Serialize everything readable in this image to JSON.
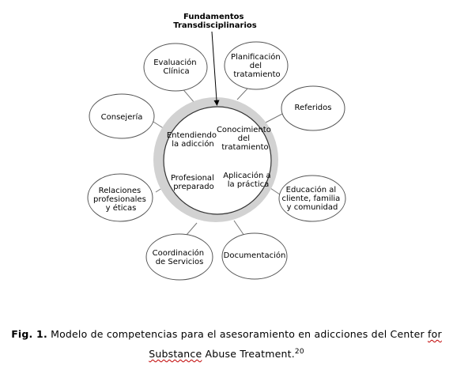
{
  "diagram": {
    "header": [
      "Fundamentos",
      "Transdisciplinarios"
    ],
    "center_quadrants": {
      "top_left": [
        "Entendiendo",
        "la adicción"
      ],
      "top_right": [
        "Conocimiento",
        "del",
        "tratamiento"
      ],
      "bottom_left": [
        "Profesional",
        "preparado"
      ],
      "bottom_right": [
        "Aplicación a",
        "la práctica"
      ]
    },
    "satellites": [
      {
        "name": "evaluacion-clinica",
        "lines": [
          "Evaluación",
          "Clínica"
        ]
      },
      {
        "name": "planificacion-del-tratamiento",
        "lines": [
          "Planificación",
          "del",
          "tratamiento"
        ]
      },
      {
        "name": "referidos",
        "lines": [
          "Referidos"
        ]
      },
      {
        "name": "educacion",
        "lines": [
          "Educación al",
          "cliente, familia",
          "y comunidad"
        ]
      },
      {
        "name": "documentacion",
        "lines": [
          "Documentación"
        ]
      },
      {
        "name": "coordinacion-de-servicios",
        "lines": [
          "Coordinación",
          "de Servicios"
        ]
      },
      {
        "name": "relaciones-profesionales",
        "lines": [
          "Relaciones",
          "profesionales",
          "y éticas"
        ]
      },
      {
        "name": "consejeria",
        "lines": [
          "Consejería"
        ]
      }
    ]
  },
  "caption": {
    "label": "Fig. 1.",
    "text_line1": " Modelo de competencias para el asesoramiento en adicciones del Center ",
    "underlined_word_1": "for",
    "underlined_word_2": "Substance",
    "text_line2": " Abuse Treatment.",
    "reference": "20"
  }
}
